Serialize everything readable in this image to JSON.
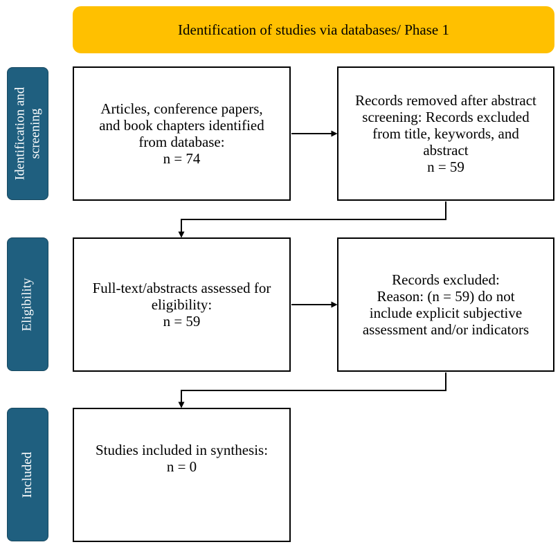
{
  "header": {
    "title": "Identification of studies via databases/ Phase 1"
  },
  "phases": {
    "identification": {
      "line1": "Identification and",
      "line2": "screening"
    },
    "eligibility": {
      "label": "Eligibility"
    },
    "included": {
      "label": "Included"
    }
  },
  "boxes": {
    "identified": {
      "lines": [
        "Articles, conference papers,",
        "and book chapters identified",
        "from database:",
        "n = 74"
      ]
    },
    "removed": {
      "lines": [
        "Records removed after abstract",
        "screening: Records excluded",
        "from title, keywords, and",
        "abstract",
        "n = 59"
      ]
    },
    "assessed": {
      "lines": [
        "Full-text/abstracts assessed for",
        "eligibility:",
        "n = 59"
      ]
    },
    "excluded": {
      "lines": [
        "Records excluded:",
        "Reason: (n = 59) do not",
        "include explicit subjective",
        "assessment and/or indicators"
      ]
    },
    "included": {
      "lines": [
        "Studies included in synthesis:",
        "n = 0"
      ]
    }
  },
  "colors": {
    "header_fill": "#FFC000",
    "phase_fill": "#1F5F7F",
    "border": "#000000"
  }
}
